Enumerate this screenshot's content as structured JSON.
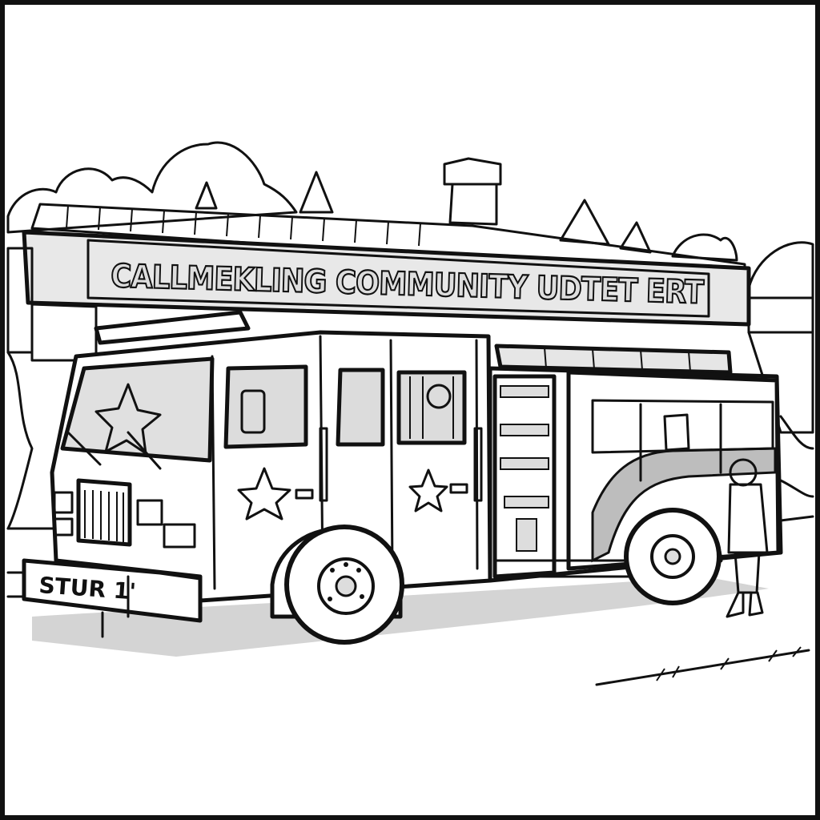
{
  "illustration": {
    "style": "black-and-white line art",
    "sign_text": "CALLMEKLING COMMUNITY UDTET ERT",
    "bumper_text": "STUR 1'",
    "colors": {
      "ink": "#111111",
      "light_gray": "#d9d9d9",
      "mid_gray": "#b5b5b5",
      "paper": "#ffffff"
    }
  }
}
